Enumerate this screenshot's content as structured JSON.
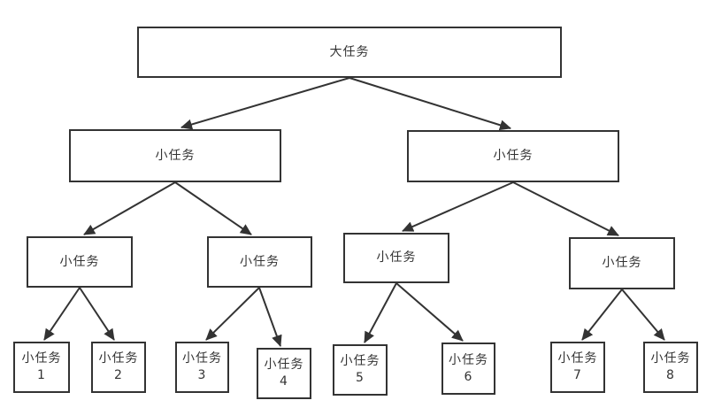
{
  "diagram": {
    "type": "tree",
    "colors": {
      "line": "#333333",
      "box_border": "#333333",
      "box_fill": "#ffffff",
      "text": "#333333",
      "background": "#ffffff"
    },
    "root": {
      "label": "大任务"
    },
    "level2": [
      {
        "label": "小任务"
      },
      {
        "label": "小任务"
      }
    ],
    "level3": [
      {
        "label": "小任务"
      },
      {
        "label": "小任务"
      },
      {
        "label": "小任务"
      },
      {
        "label": "小任务"
      }
    ],
    "leaves": [
      {
        "label": "小任务",
        "number": "1"
      },
      {
        "label": "小任务",
        "number": "2"
      },
      {
        "label": "小任务",
        "number": "3"
      },
      {
        "label": "小任务",
        "number": "4"
      },
      {
        "label": "小任务",
        "number": "5"
      },
      {
        "label": "小任务",
        "number": "6"
      },
      {
        "label": "小任务",
        "number": "7"
      },
      {
        "label": "小任务",
        "number": "8"
      }
    ]
  }
}
